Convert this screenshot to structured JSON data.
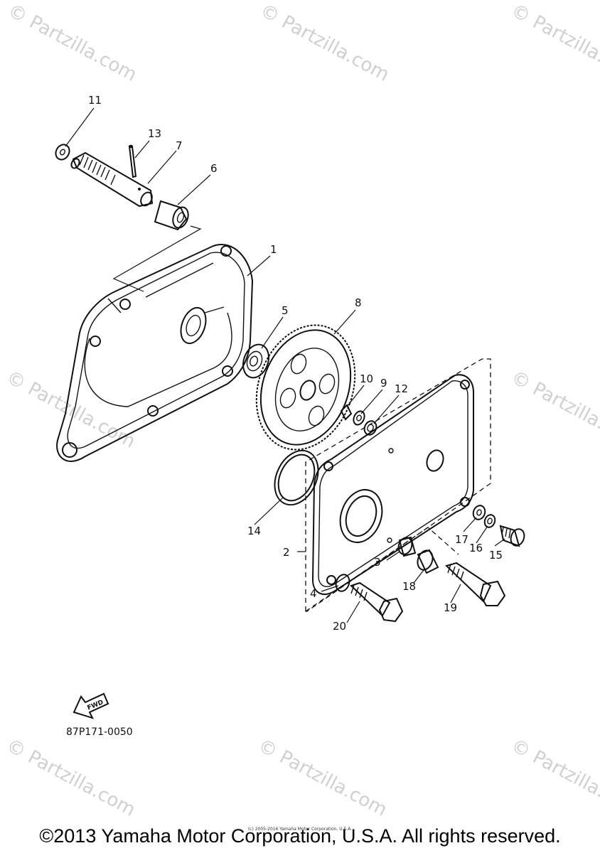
{
  "watermark": {
    "text": "© Partzilla.com"
  },
  "parts": [
    {
      "id": "11",
      "label": "11"
    },
    {
      "id": "13",
      "label": "13"
    },
    {
      "id": "7",
      "label": "7"
    },
    {
      "id": "6",
      "label": "6"
    },
    {
      "id": "1",
      "label": "1"
    },
    {
      "id": "5",
      "label": "5"
    },
    {
      "id": "8",
      "label": "8"
    },
    {
      "id": "10",
      "label": "10"
    },
    {
      "id": "9",
      "label": "9"
    },
    {
      "id": "12",
      "label": "12"
    },
    {
      "id": "14",
      "label": "14"
    },
    {
      "id": "2",
      "label": "2"
    },
    {
      "id": "17",
      "label": "17"
    },
    {
      "id": "16",
      "label": "16"
    },
    {
      "id": "15",
      "label": "15"
    },
    {
      "id": "3",
      "label": "3"
    },
    {
      "id": "18",
      "label": "18"
    },
    {
      "id": "4",
      "label": "4"
    },
    {
      "id": "19",
      "label": "19"
    },
    {
      "id": "20",
      "label": "20"
    }
  ],
  "fwd_label": "FWD",
  "diagram_code": "87P171-0050",
  "small_copyright": "(c) 2005-2016 Yamaha Motor Corporation, U.S.A.",
  "copyright": "©2013 Yamaha Motor Corporation, U.S.A. All rights reserved."
}
